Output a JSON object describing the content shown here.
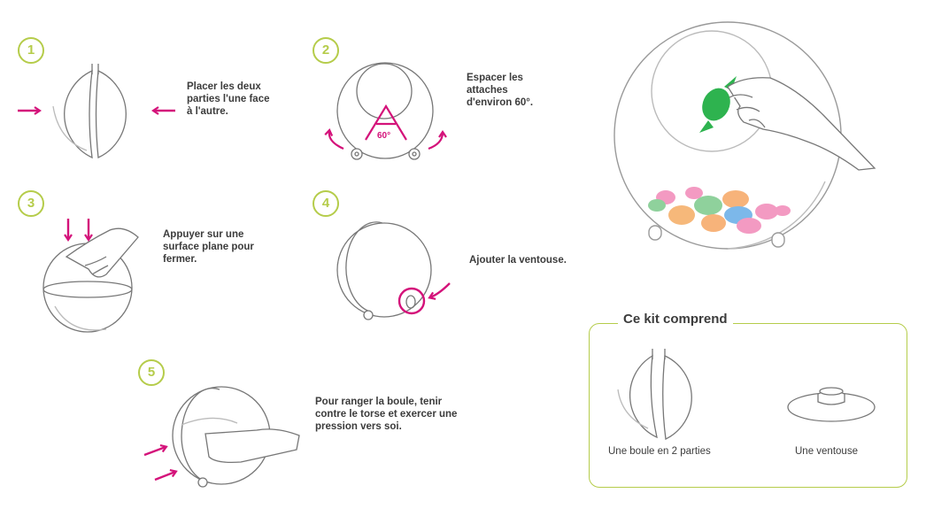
{
  "steps": [
    {
      "number": "1",
      "text": "Placer les deux\nparties l'une face\nà l'autre."
    },
    {
      "number": "2",
      "text": "Espacer les\nattaches\nd'environ 60°.",
      "angle_label": "60°"
    },
    {
      "number": "3",
      "text": "Appuyer sur une\nsurface plane pour\nfermer."
    },
    {
      "number": "4",
      "text": "Ajouter la ventouse."
    },
    {
      "number": "5",
      "text": "Pour ranger la boule, tenir\ncontre le torse et exercer une\npression vers soi."
    }
  ],
  "kit": {
    "title": "Ce kit comprend",
    "items": [
      {
        "label": "Une boule en 2 parties",
        "icon": "sphere-two-halves-icon"
      },
      {
        "label": "Une ventouse",
        "icon": "suction-cup-icon"
      }
    ]
  },
  "colors": {
    "accent_green": "#b5cc4a",
    "arrow_magenta": "#d4127a",
    "line_gray": "#777777"
  }
}
